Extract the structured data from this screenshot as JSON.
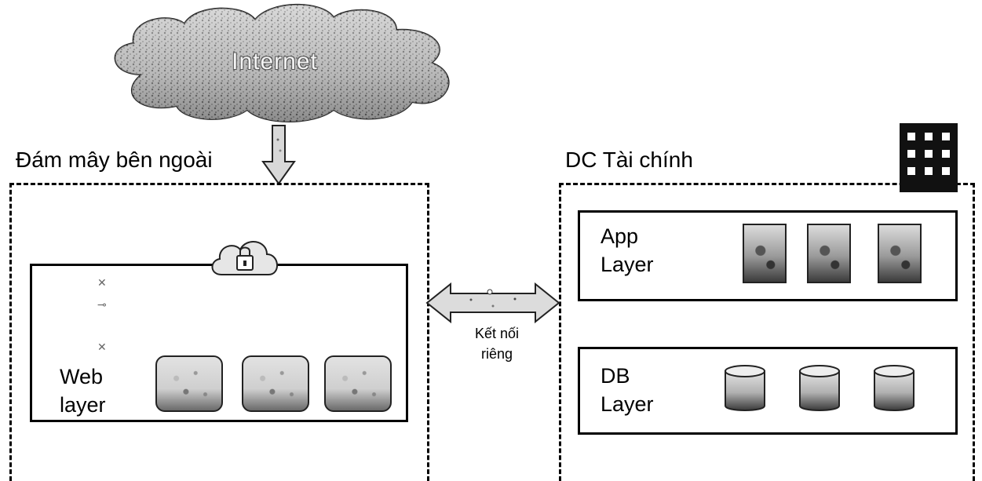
{
  "internet": {
    "label": "Internet"
  },
  "external_cloud": {
    "title": "Đám mây bên ngoài"
  },
  "web_layer": {
    "label_line1": "Web",
    "label_line2": "layer"
  },
  "private_connection": {
    "label_line1": "Kết nối",
    "label_line2": "riêng"
  },
  "dc": {
    "title": "DC Tài chính"
  },
  "app_layer": {
    "label_line1": "App",
    "label_line2": "Layer"
  },
  "db_layer": {
    "label_line1": "DB",
    "label_line2": "Layer"
  },
  "icons": {
    "internet": "cloud-icon",
    "lock": "lock-cloud-icon",
    "building": "building-icon",
    "server": "server-icon",
    "app": "application-icon",
    "database": "database-icon"
  },
  "colors": {
    "line": "#000000",
    "fill_light": "#e0e0e0",
    "fill_dark": "#3a3a3a"
  }
}
